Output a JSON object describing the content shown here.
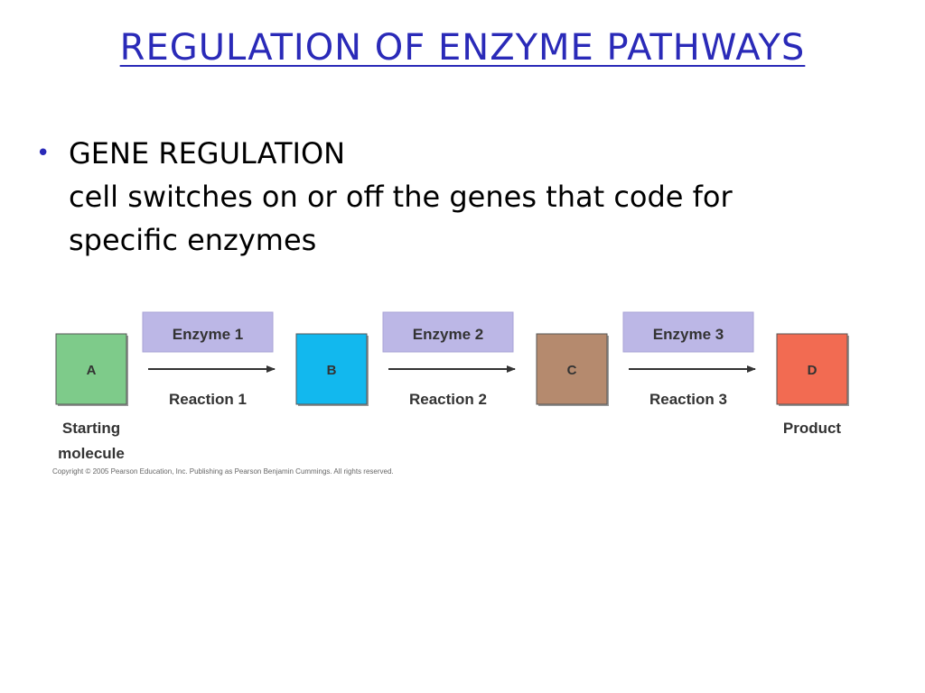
{
  "slide": {
    "title": "REGULATION OF ENZYME PATHWAYS",
    "bullet": {
      "marker": "•",
      "heading": "GENE REGULATION",
      "lines": [
        "cell switches on or off the genes that code for",
        "specific enzymes"
      ]
    }
  },
  "diagram": {
    "molecules": [
      {
        "label": "A",
        "caption_lines": [
          "Starting",
          "molecule"
        ],
        "color": "#7ecb8a"
      },
      {
        "label": "B",
        "caption_lines": [],
        "color": "#12b8ee"
      },
      {
        "label": "C",
        "caption_lines": [],
        "color": "#b58a6e"
      },
      {
        "label": "D",
        "caption_lines": [
          "Product"
        ],
        "color": "#f26b52"
      }
    ],
    "steps": [
      {
        "enzyme": "Enzyme 1",
        "reaction": "Reaction 1"
      },
      {
        "enzyme": "Enzyme 2",
        "reaction": "Reaction 2"
      },
      {
        "enzyme": "Enzyme 3",
        "reaction": "Reaction 3"
      }
    ],
    "enzyme_box_color": "#bcb7e6",
    "copyright": "Copyright © 2005 Pearson Education, Inc. Publishing as Pearson Benjamin Cummings. All rights reserved."
  }
}
